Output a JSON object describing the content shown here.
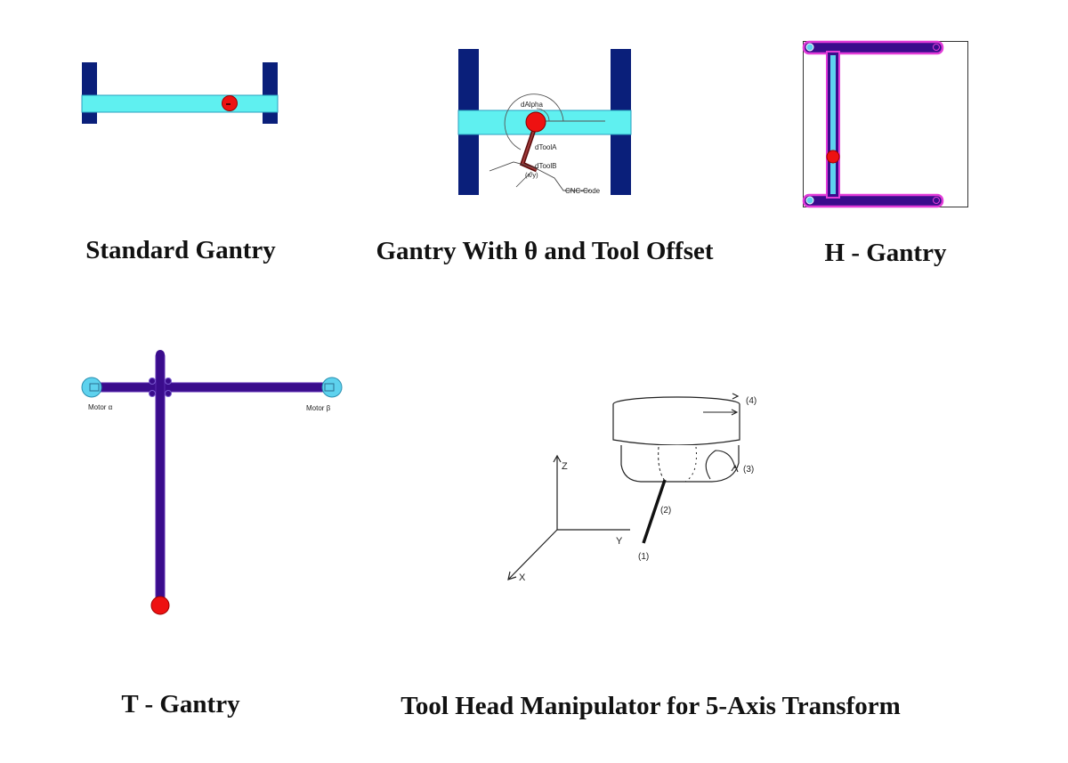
{
  "colors": {
    "dark_blue": "#0a1f7a",
    "cyan": "#5ff0f0",
    "red": "#ee1111",
    "purple": "#3a0c8c",
    "magenta": "#e23bd8",
    "light_blue": "#5ed2ee",
    "brown": "#8b1a1a",
    "line": "#333333"
  },
  "captions": {
    "standard_gantry": "Standard Gantry",
    "gantry_theta": "Gantry With θ and Tool Offset",
    "h_gantry": "H - Gantry",
    "t_gantry": "T - Gantry",
    "tool_head": "Tool Head Manipulator for 5-Axis Transform"
  },
  "theta_diagram": {
    "labels": {
      "dalpha": "dAlpha",
      "dtoola": "dToolA",
      "dtoolb": "dToolB",
      "xy": "(x/y)",
      "cnc_code": "CNC-Code"
    }
  },
  "t_gantry_diagram": {
    "motor_alpha": "Motor α",
    "motor_beta": "Motor β"
  },
  "tool_head_diagram": {
    "axis_z": "Z",
    "axis_y": "Y",
    "axis_x": "X",
    "label_1": "(1)",
    "label_2": "(2)",
    "label_3": "(3)",
    "label_4": "(4)"
  }
}
